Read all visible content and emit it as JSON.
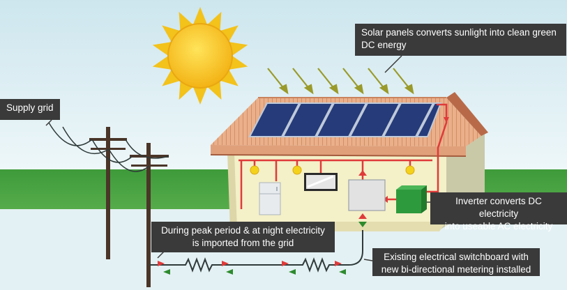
{
  "labels": {
    "solar": {
      "line1": "Solar panels converts sunlight into clean green",
      "line2": "DC energy"
    },
    "grid": {
      "line1": "Supply grid"
    },
    "inverter": {
      "line1": "Inverter converts DC electricity",
      "line2": "into useable AC electricity"
    },
    "peak": {
      "line1": "During peak period & at night electricity",
      "line2": "is imported from the grid"
    },
    "switchboard": {
      "line1": "Existing electrical switchboard with",
      "line2": "new bi-directional metering installed"
    }
  },
  "colors": {
    "sky_top": "#cfe8ef",
    "sky_bottom": "#eaf5f8",
    "grass": "#3f9a3a",
    "ground": "#e2f0f3",
    "sun": "#f7c520",
    "roof": "#e9a77a",
    "panel": "#243a78",
    "wire_red": "#e23b3b",
    "arrow_green": "#2d8a2d",
    "inverter": "#2e9a3e",
    "pole": "#4a3528",
    "label_bg": "#3a3a3a"
  }
}
